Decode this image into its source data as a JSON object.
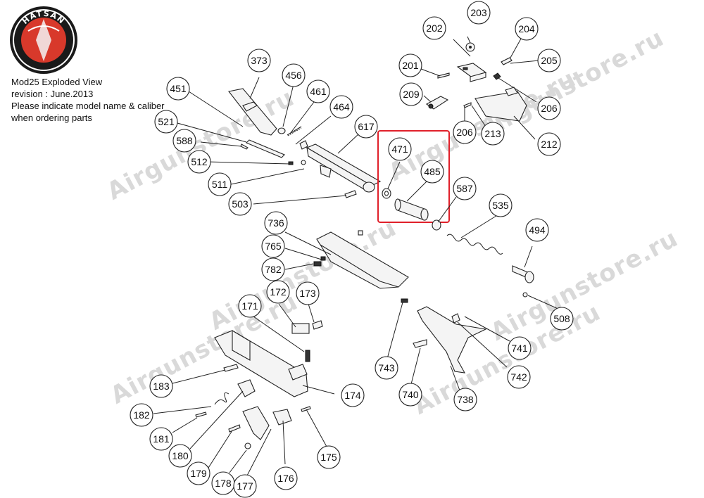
{
  "brand": {
    "name": "HATSAN",
    "accent": "#d8392b",
    "ring": "#1a1a1a"
  },
  "info": {
    "line1": "Mod25  Exploded View",
    "line2": "revision : June.2013",
    "line3": "Please indicate model name & caliber",
    "line4": "when ordering parts"
  },
  "watermark": {
    "text": "Airgunstore.ru",
    "color": "#d9d9d9"
  },
  "highlight": {
    "color": "#e0202a",
    "parts": [
      "471",
      "485"
    ]
  },
  "parts": [
    "203",
    "202",
    "204",
    "205",
    "201",
    "209",
    "206",
    "206",
    "213",
    "212",
    "373",
    "456",
    "451",
    "461",
    "464",
    "521",
    "617",
    "588",
    "512",
    "511",
    "503",
    "471",
    "485",
    "587",
    "535",
    "494",
    "736",
    "765",
    "782",
    "172",
    "173",
    "171",
    "508",
    "743",
    "741",
    "742",
    "740",
    "738",
    "183",
    "174",
    "182",
    "181",
    "180",
    "179",
    "175",
    "178",
    "177",
    "176"
  ]
}
